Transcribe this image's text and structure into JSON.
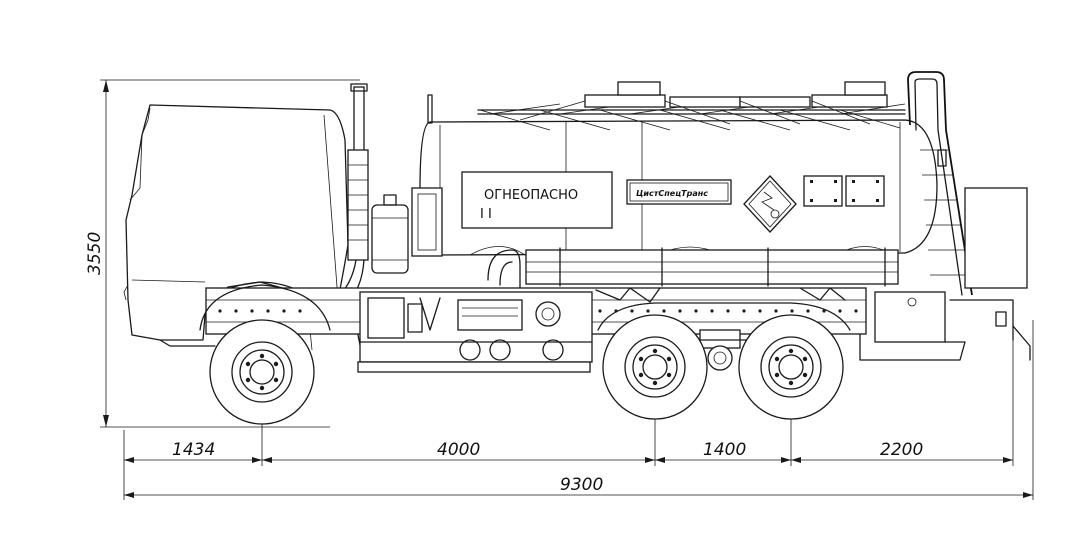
{
  "dimensions": {
    "height": "3550",
    "front_overhang": "1434",
    "wheelbase": "4000",
    "rear_axle_spacing": "1400",
    "rear_overhang": "2200",
    "total_length": "9300"
  },
  "tank_labels": {
    "warning": "ОГНЕОПАСНО",
    "warning_sub": "I I",
    "brand": "ЦистСпецТранс"
  }
}
